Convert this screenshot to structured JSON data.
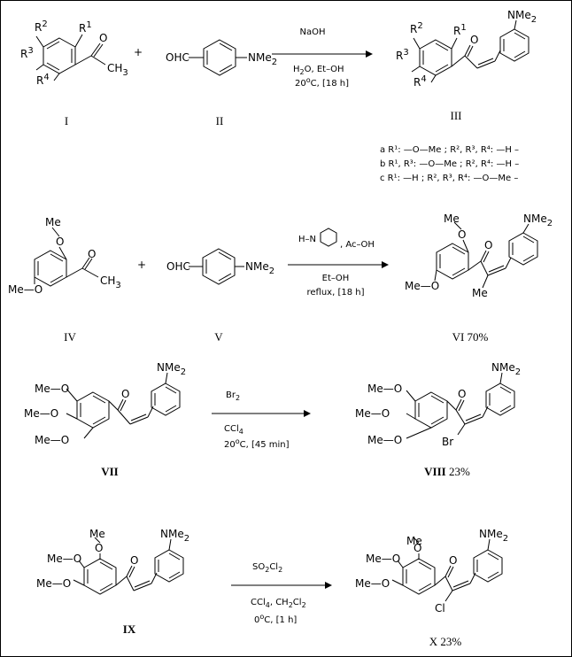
{
  "reactions": [
    {
      "reactant1": {
        "label": "I",
        "R1": "R",
        "R1n": "1",
        "R2": "R",
        "R2n": "2",
        "R3": "R",
        "R3n": "3",
        "R4": "R",
        "R4n": "4",
        "O": "O",
        "CH3": "CH",
        "CH3n": "3"
      },
      "plus": "+",
      "reactant2": {
        "label": "II",
        "OHC": "OHC",
        "NMe2": "NMe",
        "NMe2n": "2"
      },
      "conditions_top": "NaOH",
      "conditions_bottom1_a": "H",
      "conditions_bottom1_n": "2",
      "conditions_bottom1_b": "O,  Et–OH",
      "conditions_bottom2_a": "20",
      "conditions_bottom2_sup": "o",
      "conditions_bottom2_b": "C, [18 h]",
      "product": {
        "label": "III",
        "R1": "R",
        "R1n": "1",
        "R2": "R",
        "R2n": "2",
        "R3": "R",
        "R3n": "3",
        "R4": "R",
        "R4n": "4",
        "O": "O",
        "NMe2": "NMe",
        "NMe2n": "2"
      },
      "variants": [
        {
          "tag": "a",
          "text": "a R¹: —O—Me ; R², R³, R⁴: —H   –"
        },
        {
          "tag": "b",
          "text": "b R¹, R³: —O—Me ; R², R⁴: —H   –"
        },
        {
          "tag": "c",
          "text": "c R¹: —H ; R², R³, R⁴: —O—Me   –"
        }
      ]
    },
    {
      "reactant1": {
        "label": "IV",
        "OMe_top": "Me",
        "O_top": "O",
        "O": "O",
        "MeO": "Me—O",
        "CH3": "CH",
        "CH3n": "3"
      },
      "plus": "+",
      "reactant2": {
        "label": "V",
        "OHC": "OHC",
        "NMe2": "NMe",
        "NMe2n": "2"
      },
      "conditions_top_a": "H–N",
      "conditions_top_b": ", Ac–OH",
      "conditions_bottom1": "Et–OH",
      "conditions_bottom2": "reflux, [18 h]",
      "product": {
        "label": "VI 70%",
        "Me_top": "Me",
        "O_top": "O",
        "O": "O",
        "MeO": "Me—O",
        "Me": "Me",
        "NMe2": "NMe",
        "NMe2n": "2"
      }
    },
    {
      "reactant": {
        "label": "VII",
        "MeO1": "Me—O",
        "MeO2": "Me—O",
        "MeO3": "Me—O",
        "O": "O",
        "NMe2": "NMe",
        "NMe2n": "2"
      },
      "conditions_top_a": "Br",
      "conditions_top_n": "2",
      "conditions_bottom1_a": "CCl",
      "conditions_bottom1_n": "4",
      "conditions_bottom2_a": "20",
      "conditions_bottom2_sup": "o",
      "conditions_bottom2_b": "C, [45 min]",
      "product": {
        "label_a": "VIII",
        "label_b": " 23%",
        "MeO1": "Me—O",
        "MeO2": "Me—O",
        "MeO3": "Me—O",
        "O": "O",
        "Br": "Br",
        "NMe2": "NMe",
        "NMe2n": "2"
      }
    },
    {
      "reactant": {
        "label": "IX",
        "Me_top": "Me",
        "MeO1": "Me—O",
        "O1": "O",
        "MeO2": "Me—O",
        "O": "O",
        "NMe2": "NMe",
        "NMe2n": "2"
      },
      "conditions_top_a": "SO",
      "conditions_top_n1": "2",
      "conditions_top_b": "Cl",
      "conditions_top_n2": "2",
      "conditions_bottom1_a": "CCl",
      "conditions_bottom1_n1": "4",
      "conditions_bottom1_b": ",  CH",
      "conditions_bottom1_n2": "2",
      "conditions_bottom1_c": "Cl",
      "conditions_bottom1_n3": "2",
      "conditions_bottom2_a": "0",
      "conditions_bottom2_sup": "o",
      "conditions_bottom2_b": "C, [1 h]",
      "product": {
        "label": "X 23%",
        "Me_top": "Me",
        "MeO1": "Me—O",
        "O1": "O",
        "MeO2": "Me—O",
        "O": "O",
        "Cl": "Cl",
        "NMe2": "NMe",
        "NMe2n": "2"
      }
    }
  ]
}
